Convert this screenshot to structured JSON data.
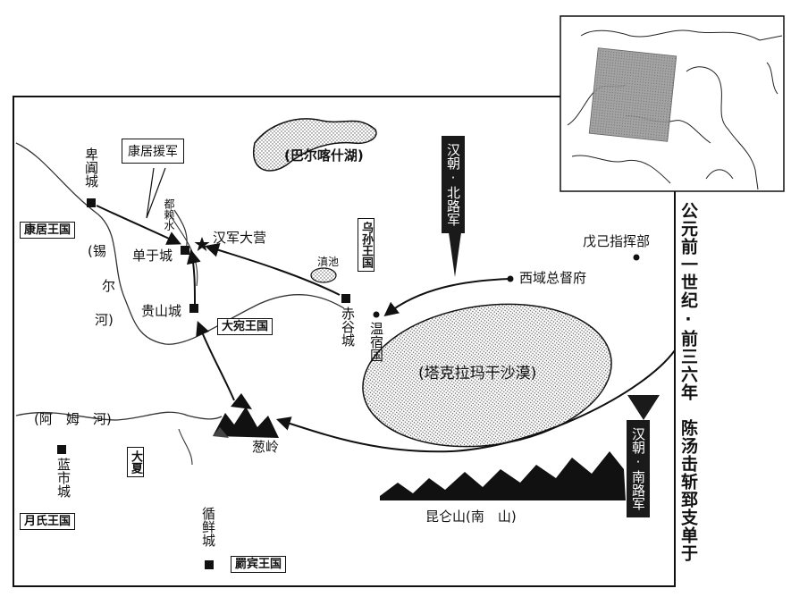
{
  "title": "公元前一世纪·前三六年　陈汤击斩郅支单于",
  "places": {
    "bilan": "卑阗城",
    "kangju_army": "康居援军",
    "kangju": "康居王国",
    "xier_river_1": "(锡",
    "xier_river_2": "尔",
    "xier_river_3": "河)",
    "chanyu": "单于城",
    "dulai": "都赖水",
    "han_camp": "汉军大营",
    "wusun": "乌孙王国",
    "dianchi": "滇池",
    "chigu": "赤谷城",
    "wensu": "温宿国",
    "guishan": "贵山城",
    "dayuan": "大宛王国",
    "balkhash": "(巴尔喀什湖)",
    "wuji": "戊己指挥部",
    "duhu": "西域总督府",
    "taklamakan": "(塔克拉玛干沙漠)",
    "amu_river": "(阿　姆　河)",
    "lanshi": "蓝市城",
    "daxia": "大夏",
    "yuezhi": "月氏王国",
    "congling": "葱岭",
    "xunxian": "循鲜城",
    "jibin": "罽宾王国",
    "kunlun": "昆仑山(南　山)",
    "north_army": "汉朝·北路军",
    "south_army": "汉朝·南路军"
  },
  "colors": {
    "ink": "#111111",
    "banner": "#1a1a1a",
    "inset_shade": "#8a8a8a"
  }
}
